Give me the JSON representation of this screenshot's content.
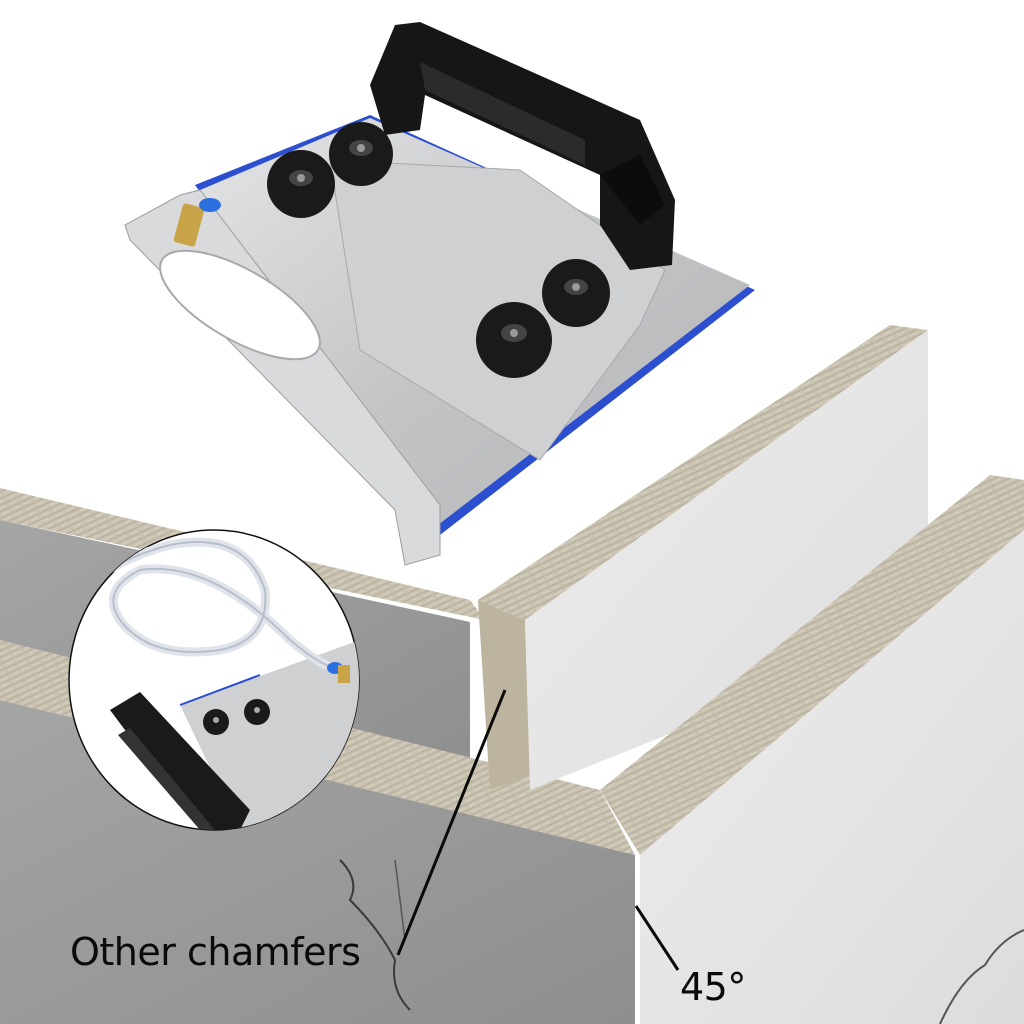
{
  "image": {
    "description": "Tile 45-degree chamfering cutter jig above stone slab corners with inset detail",
    "colors": {
      "background": "#ffffff",
      "dark_slab_face": "#9c9c9c",
      "light_slab_face": "#e6e6e6",
      "slab_edge": "#c9c2b0",
      "steel_plate": "#c8c9cb",
      "blue_edge": "#2c4fd0",
      "handle": "#151515",
      "knob": "#1a1a1a",
      "brass_fitting": "#c9a347",
      "label_text": "#0a0a0a"
    }
  },
  "callouts": {
    "other_chamfers": "Other chamfers",
    "angle": "45°"
  },
  "product": {
    "parts": [
      "handle",
      "knob",
      "knob",
      "knob",
      "knob",
      "water-fitting",
      "base-plate",
      "blade-guard"
    ]
  },
  "inset": {
    "parts": [
      "water-hose",
      "water-fitting",
      "knob",
      "knob",
      "handle"
    ]
  }
}
